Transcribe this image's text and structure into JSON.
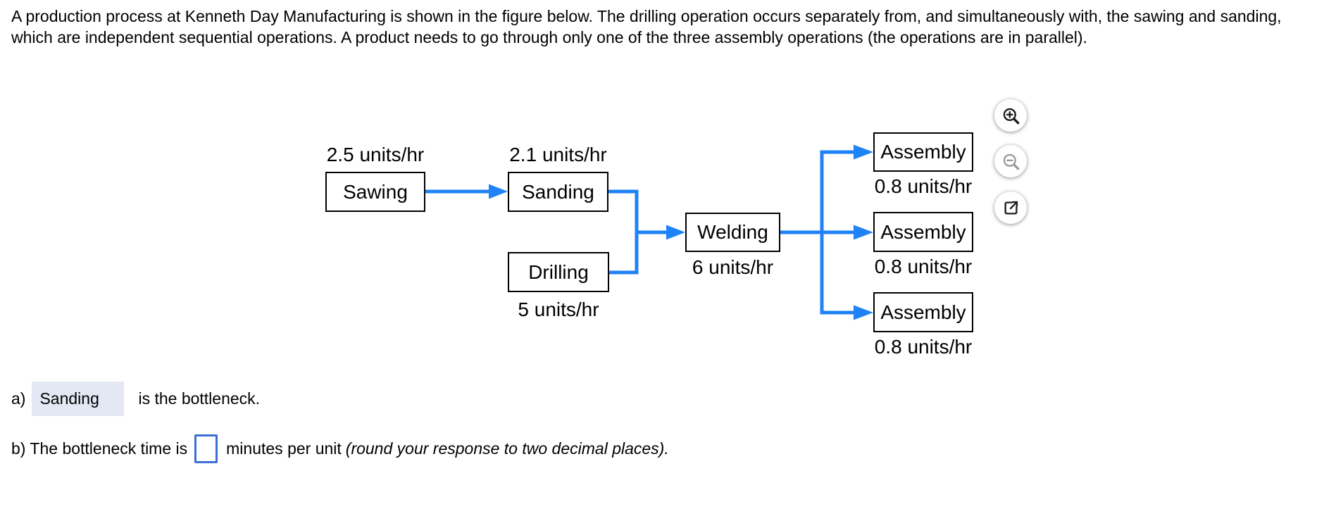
{
  "colors": {
    "arrow": "#1f82f6",
    "input-border": "#3d6ed5",
    "highlight-bg": "#e3e8f4",
    "icon": "#1c1c1c",
    "icon-disabled": "#9a9a9a"
  },
  "problem": {
    "statement": "A production process at Kenneth Day Manufacturing is shown in the figure below. The drilling operation occurs separately from, and simultaneously with, the sawing and sanding, which are independent sequential operations. A product needs to go through only one of the three assembly operations (the operations are in parallel)."
  },
  "diagram": {
    "nodes": [
      {
        "id": "sawing",
        "label": "Sawing",
        "rate": "2.5 units/hr",
        "rate_position": "above"
      },
      {
        "id": "sanding",
        "label": "Sanding",
        "rate": "2.1 units/hr",
        "rate_position": "above"
      },
      {
        "id": "drilling",
        "label": "Drilling",
        "rate": "5 units/hr",
        "rate_position": "below"
      },
      {
        "id": "welding",
        "label": "Welding",
        "rate": "6 units/hr",
        "rate_position": "below"
      },
      {
        "id": "assembly-top",
        "label": "Assembly",
        "rate": "0.8 units/hr",
        "rate_position": "below"
      },
      {
        "id": "assembly-middle",
        "label": "Assembly",
        "rate": "0.8 units/hr",
        "rate_position": "below"
      },
      {
        "id": "assembly-bottom",
        "label": "Assembly",
        "rate": "0.8 units/hr",
        "rate_position": "below"
      }
    ],
    "edges": [
      {
        "from": "Sawing",
        "to": "Sanding"
      },
      {
        "from": "Sanding",
        "to": "Welding"
      },
      {
        "from": "Drilling",
        "to": "Welding"
      },
      {
        "from": "Welding",
        "to": "Assembly (top)"
      },
      {
        "from": "Welding",
        "to": "Assembly (middle)"
      },
      {
        "from": "Welding",
        "to": "Assembly (bottom)"
      }
    ]
  },
  "figure_toolbar": {
    "icons": [
      {
        "name": "zoom-in",
        "enabled": true
      },
      {
        "name": "zoom-out",
        "enabled": false
      },
      {
        "name": "open-in-new-window",
        "enabled": true
      }
    ]
  },
  "answers": {
    "part_a": {
      "label": "a)",
      "selected_value": "Sanding",
      "text_after": "is the bottleneck."
    },
    "part_b": {
      "text_before": "b) The bottleneck time is",
      "input_value": "",
      "text_after": "minutes per unit",
      "note_italic": "(round your response to two decimal places)."
    }
  }
}
